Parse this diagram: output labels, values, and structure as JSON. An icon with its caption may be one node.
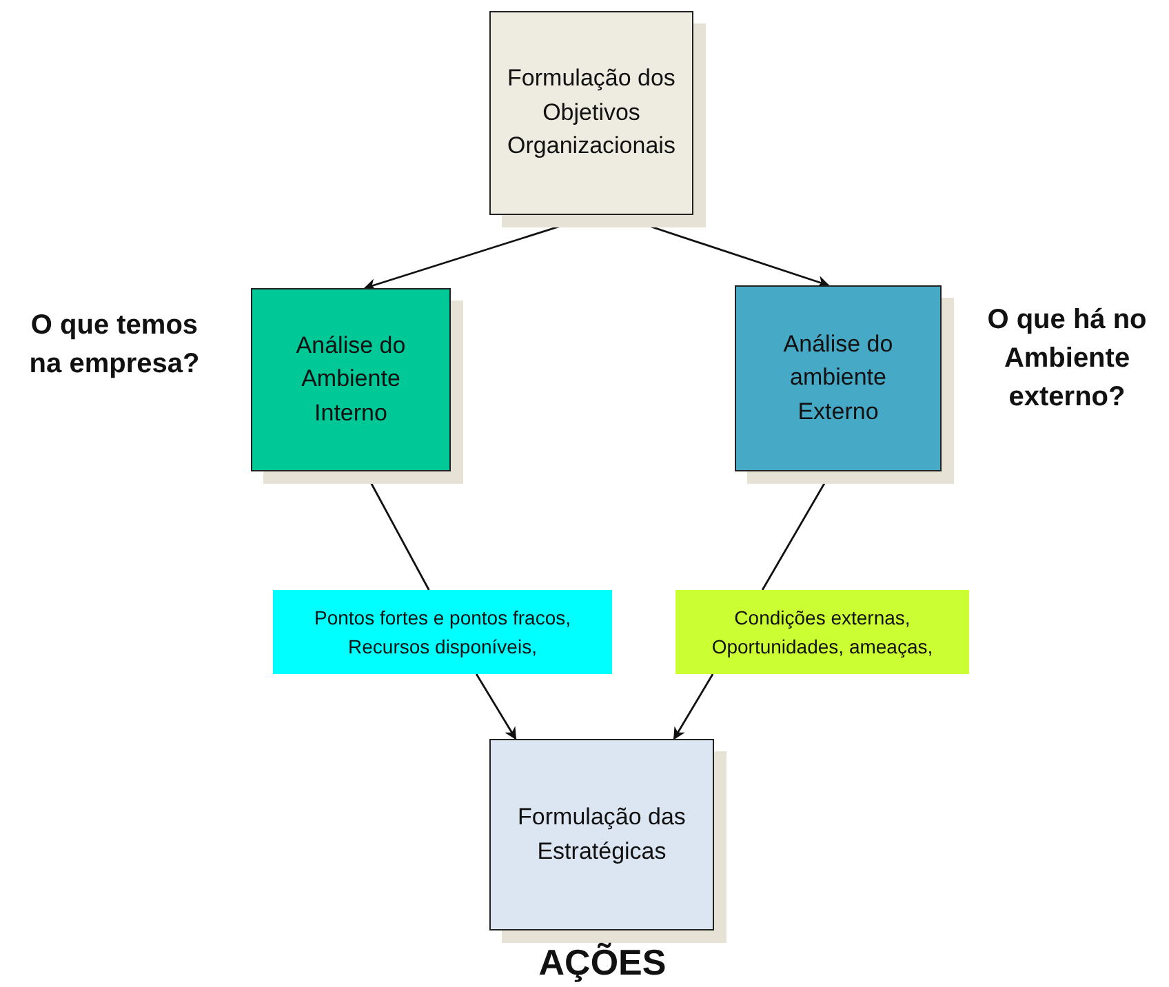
{
  "diagram": {
    "nodes": [
      {
        "text": [
          "Formulação dos Objetivos Organizacionais"
        ]
      },
      {
        "text": [
          "Análise  do Ambiente Interno"
        ],
        "beside": [
          "O que temos na empresa?"
        ]
      },
      {
        "text": [
          "Análise do ambiente Externo"
        ],
        "beside": [
          "O que há no Ambiente externo?"
        ]
      },
      {
        "text": [
          "Pontos fortes e pontos fracos, Recursos disponíveis,"
        ]
      },
      {
        "text": [
          "Condições externas, Oportunidades, ameaças,"
        ]
      },
      {
        "text": [
          "Formulação das Estratégicas"
        ],
        "beside": [
          "AÇÕES"
        ]
      }
    ],
    "edges": [
      {
        "from": 0,
        "to": 1,
        "arrow": "to"
      },
      {
        "from": 0,
        "to": 2,
        "arrow": "to"
      },
      {
        "from": 1,
        "to": 3,
        "arrow": "none"
      },
      {
        "from": 3,
        "to": 5,
        "arrow": "to"
      },
      {
        "from": 2,
        "to": 4,
        "arrow": "none"
      },
      {
        "from": 4,
        "to": 5,
        "arrow": "to"
      }
    ]
  }
}
